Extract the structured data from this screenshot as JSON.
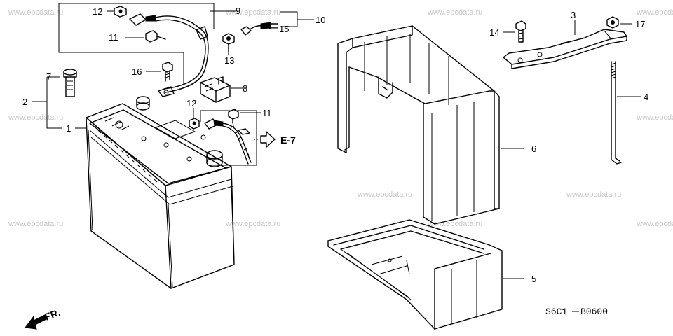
{
  "watermark": "www.epcdata.ru",
  "callouts": {
    "c1": "1",
    "c2": "2",
    "c3": "3",
    "c4": "4",
    "c5": "5",
    "c6": "6",
    "c7": "7",
    "c8": "8",
    "c9": "9",
    "c10": "10",
    "c11a": "11",
    "c11b": "11",
    "c12a": "12",
    "c12b": "12",
    "c13": "13",
    "c14": "14",
    "c15": "15",
    "c16": "16",
    "c17": "17"
  },
  "reference": {
    "arrow_label": "E-7"
  },
  "orientation": {
    "label": "FR."
  },
  "diagram_code": {
    "left": "S6C1",
    "right": "B0600"
  }
}
